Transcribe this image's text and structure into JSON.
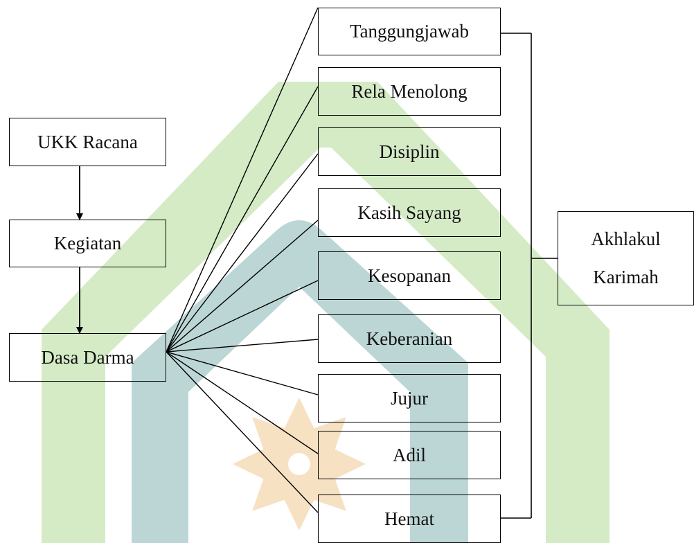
{
  "flow": {
    "top": "UKK Racana",
    "middle": "Kegiatan",
    "bottom": "Dasa Darma"
  },
  "values": [
    "Tanggungjawab",
    "Rela Menolong",
    "Disiplin",
    "Kasih Sayang",
    "Kesopanan",
    "Keberanian",
    "Jujur",
    "Adil",
    "Hemat"
  ],
  "result": {
    "line1": "Akhlakul",
    "line2": "Karimah"
  },
  "watermark": {
    "colors": {
      "green": "#d4ebc6",
      "teal": "#bcd6d6",
      "gold": "#f6e1c3"
    }
  }
}
